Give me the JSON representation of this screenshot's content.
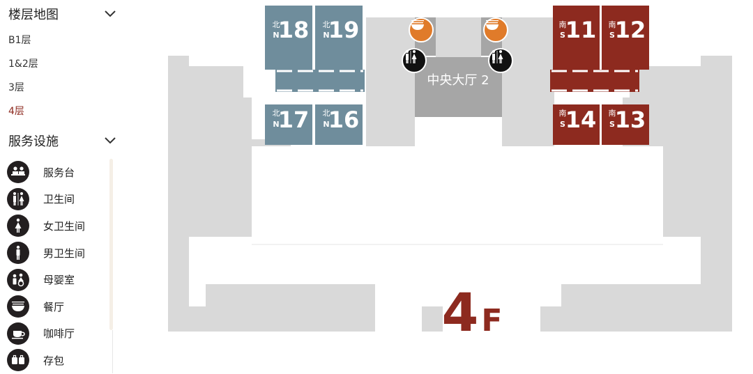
{
  "sidebar": {
    "floors_title": "楼层地图",
    "floors": [
      {
        "label": "B1层",
        "active": false
      },
      {
        "label": "1&2层",
        "active": false
      },
      {
        "label": "3层",
        "active": false
      },
      {
        "label": "4层",
        "active": true
      }
    ],
    "services_title": "服务设施",
    "services": [
      {
        "label": "服务台",
        "icon": "service-desk-icon"
      },
      {
        "label": "卫生间",
        "icon": "restroom-icon"
      },
      {
        "label": "女卫生间",
        "icon": "womens-restroom-icon"
      },
      {
        "label": "男卫生间",
        "icon": "mens-restroom-icon"
      },
      {
        "label": "母婴室",
        "icon": "nursing-room-icon"
      },
      {
        "label": "餐厅",
        "icon": "restaurant-icon"
      },
      {
        "label": "咖啡厅",
        "icon": "cafe-icon"
      },
      {
        "label": "存包",
        "icon": "luggage-storage-icon"
      }
    ]
  },
  "map": {
    "floor_label": "4F",
    "central_hall": "中央大厅 2",
    "north_gates": [
      {
        "cn": "北",
        "en": "N",
        "num": "18"
      },
      {
        "cn": "北",
        "en": "N",
        "num": "19"
      },
      {
        "cn": "北",
        "en": "N",
        "num": "17"
      },
      {
        "cn": "北",
        "en": "N",
        "num": "16"
      }
    ],
    "south_gates": [
      {
        "cn": "南",
        "en": "S",
        "num": "11"
      },
      {
        "cn": "南",
        "en": "S",
        "num": "12"
      },
      {
        "cn": "南",
        "en": "S",
        "num": "14"
      },
      {
        "cn": "南",
        "en": "S",
        "num": "13"
      }
    ],
    "colors": {
      "north": "#6f8d9c",
      "south": "#8d2a1f",
      "hall": "#a6a6a6",
      "building": "#d9d9d9",
      "restaurant_poi": "#e07b2a",
      "restroom_poi": "#111111"
    }
  }
}
